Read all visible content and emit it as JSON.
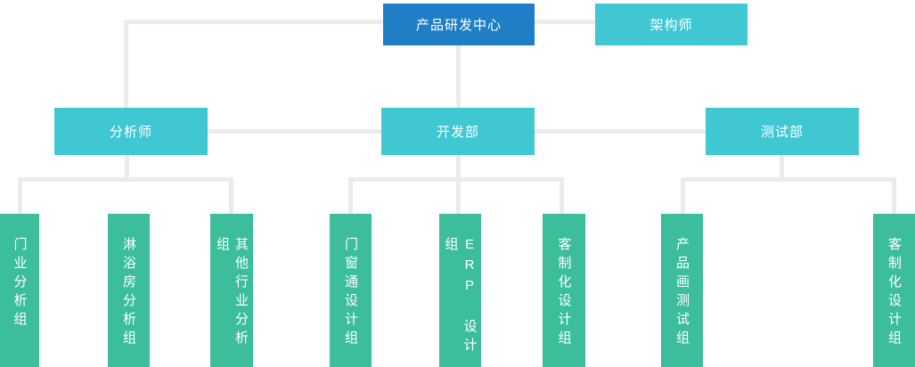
{
  "colors": {
    "root_node": "#1f7ec5",
    "department_node": "#3fc8d2",
    "group_node": "#3cbd9b",
    "connector_line": "#e9ebed",
    "node_text": "#ffffff"
  },
  "nodes": {
    "root": "产品研发中心",
    "architect": "架构师",
    "analyst_dept": "分析师",
    "dev_dept": "开发部",
    "test_dept": "测试部",
    "group_door_analysis": "门业分析组",
    "group_shower_analysis": "淋浴房分析组",
    "group_other_analysis": "其他行业分析组",
    "group_mct_design": "门窗通设计组",
    "group_erp_design": "ERP 设计组",
    "group_custom_design": "客制化设计组",
    "group_product_test": "产品画测试组",
    "group_custom_test": "客制化设计组"
  },
  "hierarchy": {
    "root": "产品研发中心",
    "attached": [
      "架构师"
    ],
    "departments": [
      {
        "name": "分析师",
        "groups": [
          "门业分析组",
          "淋浴房分析组",
          "其他行业分析组"
        ]
      },
      {
        "name": "开发部",
        "groups": [
          "门窗通设计组",
          "ERP 设计组",
          "客制化设计组"
        ]
      },
      {
        "name": "测试部",
        "groups": [
          "产品画测试组",
          "客制化设计组"
        ]
      }
    ]
  }
}
